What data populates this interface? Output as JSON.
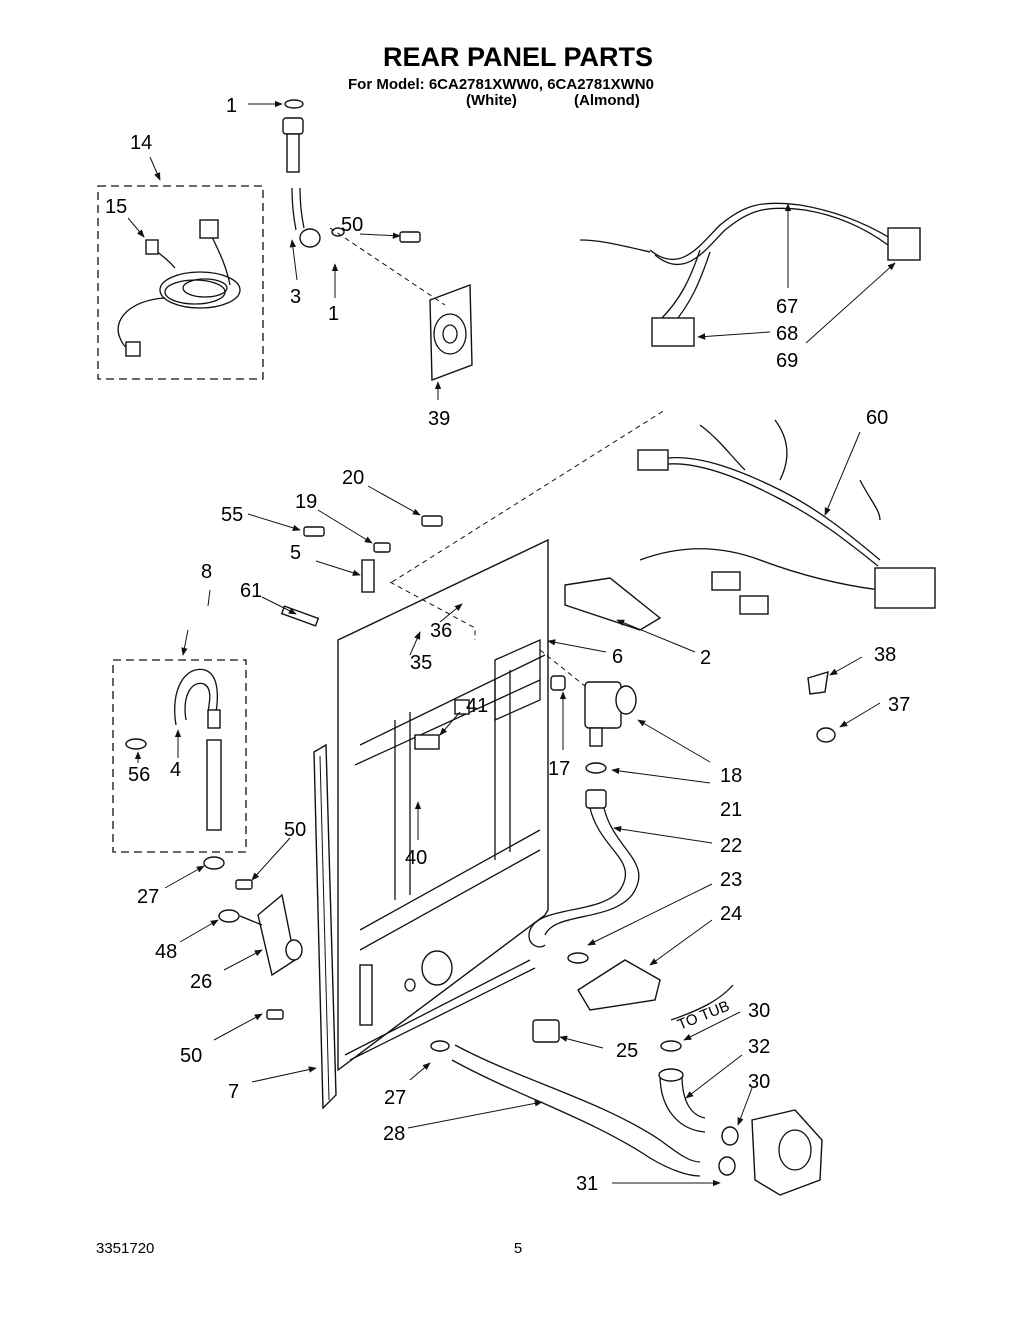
{
  "header": {
    "title": "REAR PANEL PARTS",
    "model_line": "For Model: 6CA2781XWW0, 6CA2781XWN0",
    "color_white": "(White)",
    "color_almond": "(Almond)"
  },
  "annotation": {
    "to_tub": "TO TUB"
  },
  "footer": {
    "doc_number": "3351720",
    "page_number": "5"
  },
  "callouts": {
    "c1_top": "1",
    "c1_mid": "1",
    "c2": "2",
    "c3": "3",
    "c4": "4",
    "c5": "5",
    "c6": "6",
    "c7": "7",
    "c8": "8",
    "c14": "14",
    "c15": "15",
    "c17": "17",
    "c18": "18",
    "c19": "19",
    "c20": "20",
    "c21": "21",
    "c22": "22",
    "c23": "23",
    "c24": "24",
    "c25": "25",
    "c26": "26",
    "c27_left": "27",
    "c27_bottom": "27",
    "c28": "28",
    "c30_top": "30",
    "c30_mid": "30",
    "c31": "31",
    "c32": "32",
    "c35": "35",
    "c36": "36",
    "c37": "37",
    "c38": "38",
    "c39": "39",
    "c40": "40",
    "c41": "41",
    "c48": "48",
    "c50_top": "50",
    "c50_mid": "50",
    "c50_bottom": "50",
    "c55": "55",
    "c56": "56",
    "c60": "60",
    "c61": "61",
    "c67": "67",
    "c68": "68",
    "c69": "69"
  }
}
